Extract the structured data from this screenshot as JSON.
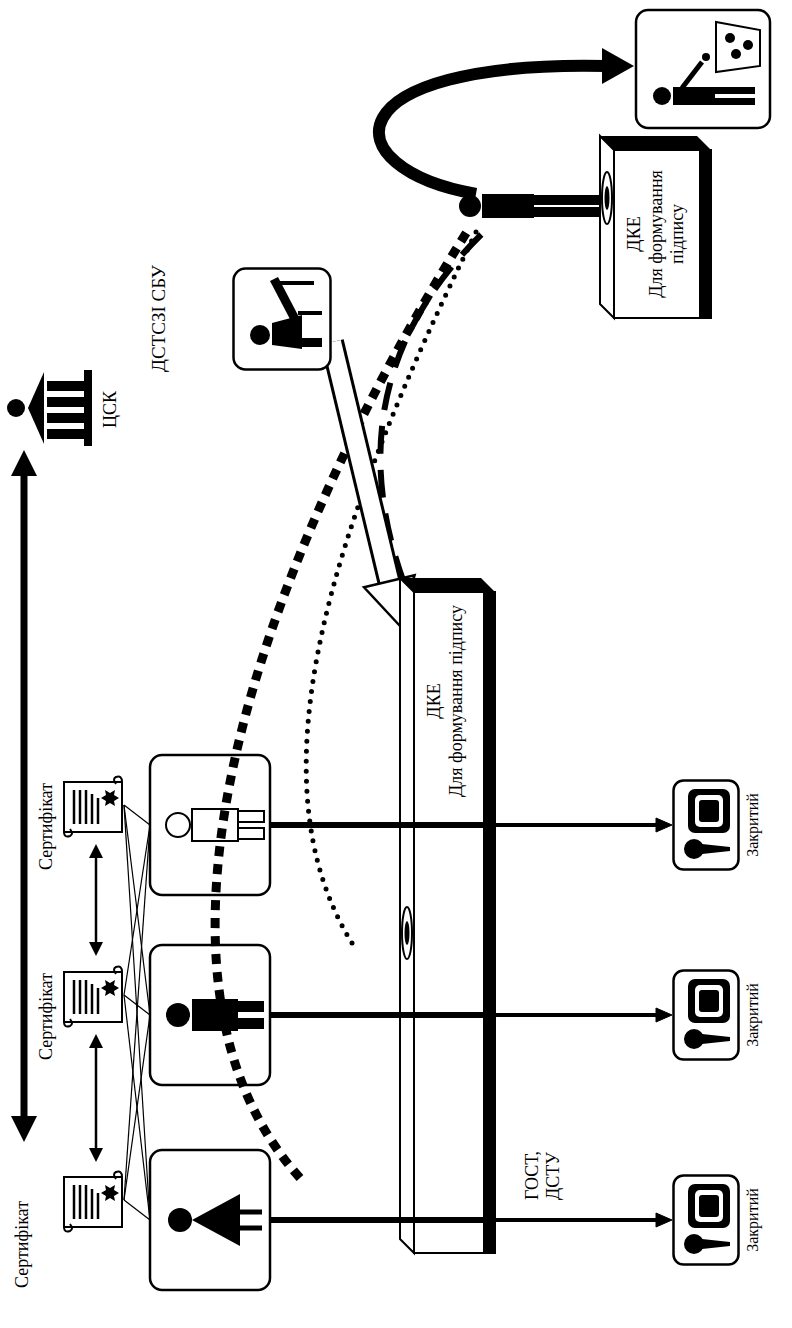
{
  "diagram": {
    "nodes": [
      {
        "text": [
          "ДСТСЗІ СБУ"
        ]
      },
      {
        "text": [
          "ДКЕ",
          "Для формування підпису"
        ]
      },
      {
        "text": [
          "ДКЕ",
          "Для формування підпису"
        ]
      },
      {
        "text": [
          "Закритий"
        ]
      },
      {
        "text": [
          "Закритий"
        ]
      },
      {
        "text": [
          "Закритий"
        ]
      }
    ],
    "edges": [
      {
        "from": 0,
        "to": 1,
        "arrow": "to"
      },
      {
        "from": 1,
        "to": 3,
        "arrow": "to"
      },
      {
        "from": 1,
        "to": 4,
        "arrow": "to"
      },
      {
        "from": 1,
        "to": 5,
        "arrow": "to"
      }
    ],
    "labels": [
      "Сертифікат",
      "Сертифікат",
      "Сертифікат",
      "ЦСК",
      "ГОСТ, ДСТУ"
    ]
  }
}
